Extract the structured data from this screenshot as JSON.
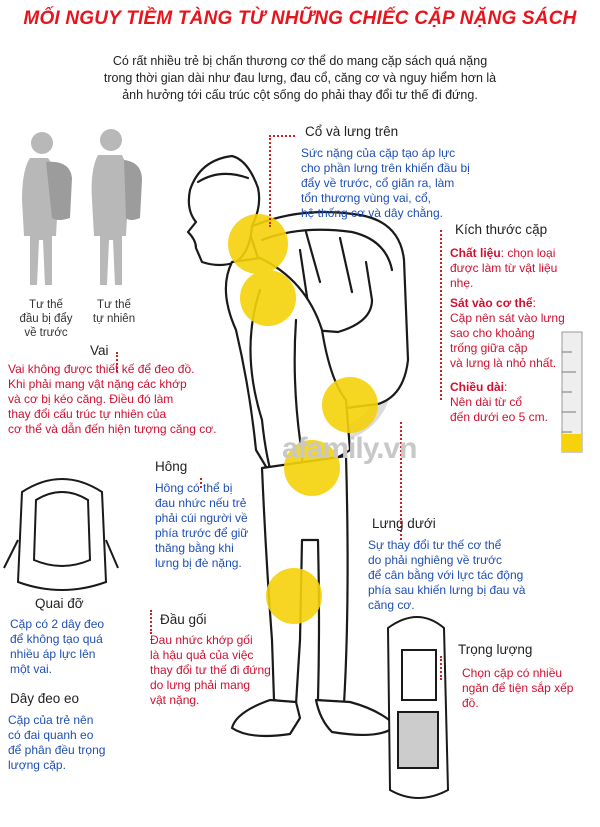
{
  "title": "MỐI NGUY TIỀM TÀNG TỪ NHỮNG CHIẾC CẶP NẶNG SÁCH",
  "intro": [
    "Có rất nhiều trẻ bị chấn thương cơ thể do mang cặp sách quá nặng",
    "trong thời gian dài như đau lưng, đau cổ, căng cơ và nguy hiểm hơn là",
    "ảnh hưởng tới cấu trúc cột sống do phải thay đổi tư thế đi đứng."
  ],
  "posture_labels": {
    "forward": [
      "Tư thế",
      "đầu bị đẩy",
      "về trước"
    ],
    "natural": [
      "Tư thế",
      "tự nhiên"
    ]
  },
  "neck": {
    "heading": "Cổ và lưng trên",
    "text": [
      "Sức nặng của cặp tạo áp lực",
      "cho phần lưng trên khiến đầu bị",
      "đẩy về trước, cổ giãn ra, làm",
      "tổn thương vùng vai, cổ,",
      "hệ thống cơ và dây chằng."
    ]
  },
  "size": {
    "heading": "Kích thước cặp",
    "material_label": "Chất liệu",
    "material_text": [
      ": chọn loại",
      "được làm từ vật liệu",
      "nhẹ."
    ],
    "close_label": "Sát vào cơ thể",
    "close_text": [
      ":",
      "Cặp nên sát vào lưng",
      "sao cho khoảng",
      "trống giữa cặp",
      "và lưng là nhỏ nhất."
    ],
    "length_label": "Chiều dài",
    "length_text": [
      ":",
      "Nên dài từ cổ",
      "đến dưới eo 5 cm."
    ]
  },
  "shoulder": {
    "heading": "Vai",
    "text": [
      "Vai không được thiết kế để đeo đồ.",
      "Khi phải mang vật nặng các khớp",
      "và cơ bị kéo căng. Điều đó làm",
      "thay đổi cấu trúc tự nhiên của",
      "cơ thể và dẫn đến hiện tượng căng cơ."
    ]
  },
  "hip": {
    "heading": "Hông",
    "text": [
      "Hông có thể bị",
      "đau nhức nếu trẻ",
      "phải cúi người về",
      "phía trước để giữ",
      "thăng bằng khi",
      "lưng bị đè nặng."
    ]
  },
  "lower_back": {
    "heading": "Lưng dưới",
    "text": [
      "Sự thay đổi tư thế cơ thể",
      "do phải nghiêng về trước",
      "để cân bằng với lực tác động",
      "phía sau khiến lưng bị đau và",
      "căng cơ."
    ]
  },
  "strap": {
    "heading": "Quai đỡ",
    "text": [
      "Cặp có 2 dây đeo",
      "để không tạo quá",
      "nhiều áp lực lên",
      "một vai."
    ]
  },
  "knee": {
    "heading": "Đầu gối",
    "text": [
      "Đau nhức khớp gối",
      "là hậu quả của việc",
      "thay đổi tư thế đi đứng",
      "do lưng phải mang",
      "vật nặng."
    ]
  },
  "weight": {
    "heading": "Trọng lượng",
    "text": [
      "Chọn cặp có nhiều",
      "ngăn để tiện sắp xếp",
      "đồ."
    ]
  },
  "waist": {
    "heading": "Dây đeo eo",
    "text": [
      "Cặp của trẻ nên",
      "có đai quanh eo",
      "để phân đều trọng",
      "lượng cặp."
    ]
  },
  "watermark": "afamily.vn",
  "colors": {
    "accent_red": "#e8141c",
    "text_blue": "#1f4fb4",
    "highlight_yellow": "#f5d20a"
  }
}
